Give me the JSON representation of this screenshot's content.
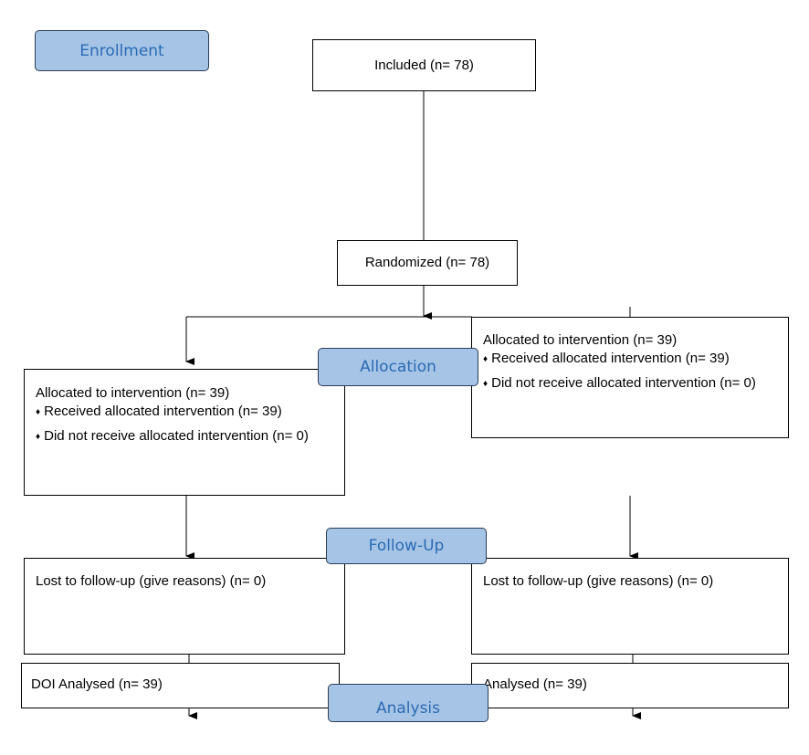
{
  "stages": {
    "enrollment": "Enrollment",
    "allocation": "Allocation",
    "follow_up": "Follow-Up",
    "analysis": "Analysis"
  },
  "included": "Included (n= 78)",
  "randomized": "Randomized (n= 78)",
  "left": {
    "allocated": "Allocated to intervention (n= 39)",
    "received": "Received allocated intervention (n=  39)",
    "not_received": "Did not receive allocated intervention (n=  0)",
    "lost": "Lost to follow-up (give reasons) (n= 0)",
    "analysed": "DOI Analysed (n= 39)"
  },
  "right": {
    "allocated": "Allocated to intervention (n= 39)",
    "received": "Received allocated intervention (n=  39)",
    "not_received": "Did not receive allocated intervention (n=  0)",
    "lost": "Lost to follow-up (give reasons) (n= 0)",
    "analysed": "Analysed (n= 39)"
  },
  "bullet_symbol": "♦",
  "colors": {
    "stage_fill": "#a5c4e6",
    "stage_text": "#2c6bb3",
    "stage_border": "#2b3d55",
    "box_border": "#000000"
  }
}
